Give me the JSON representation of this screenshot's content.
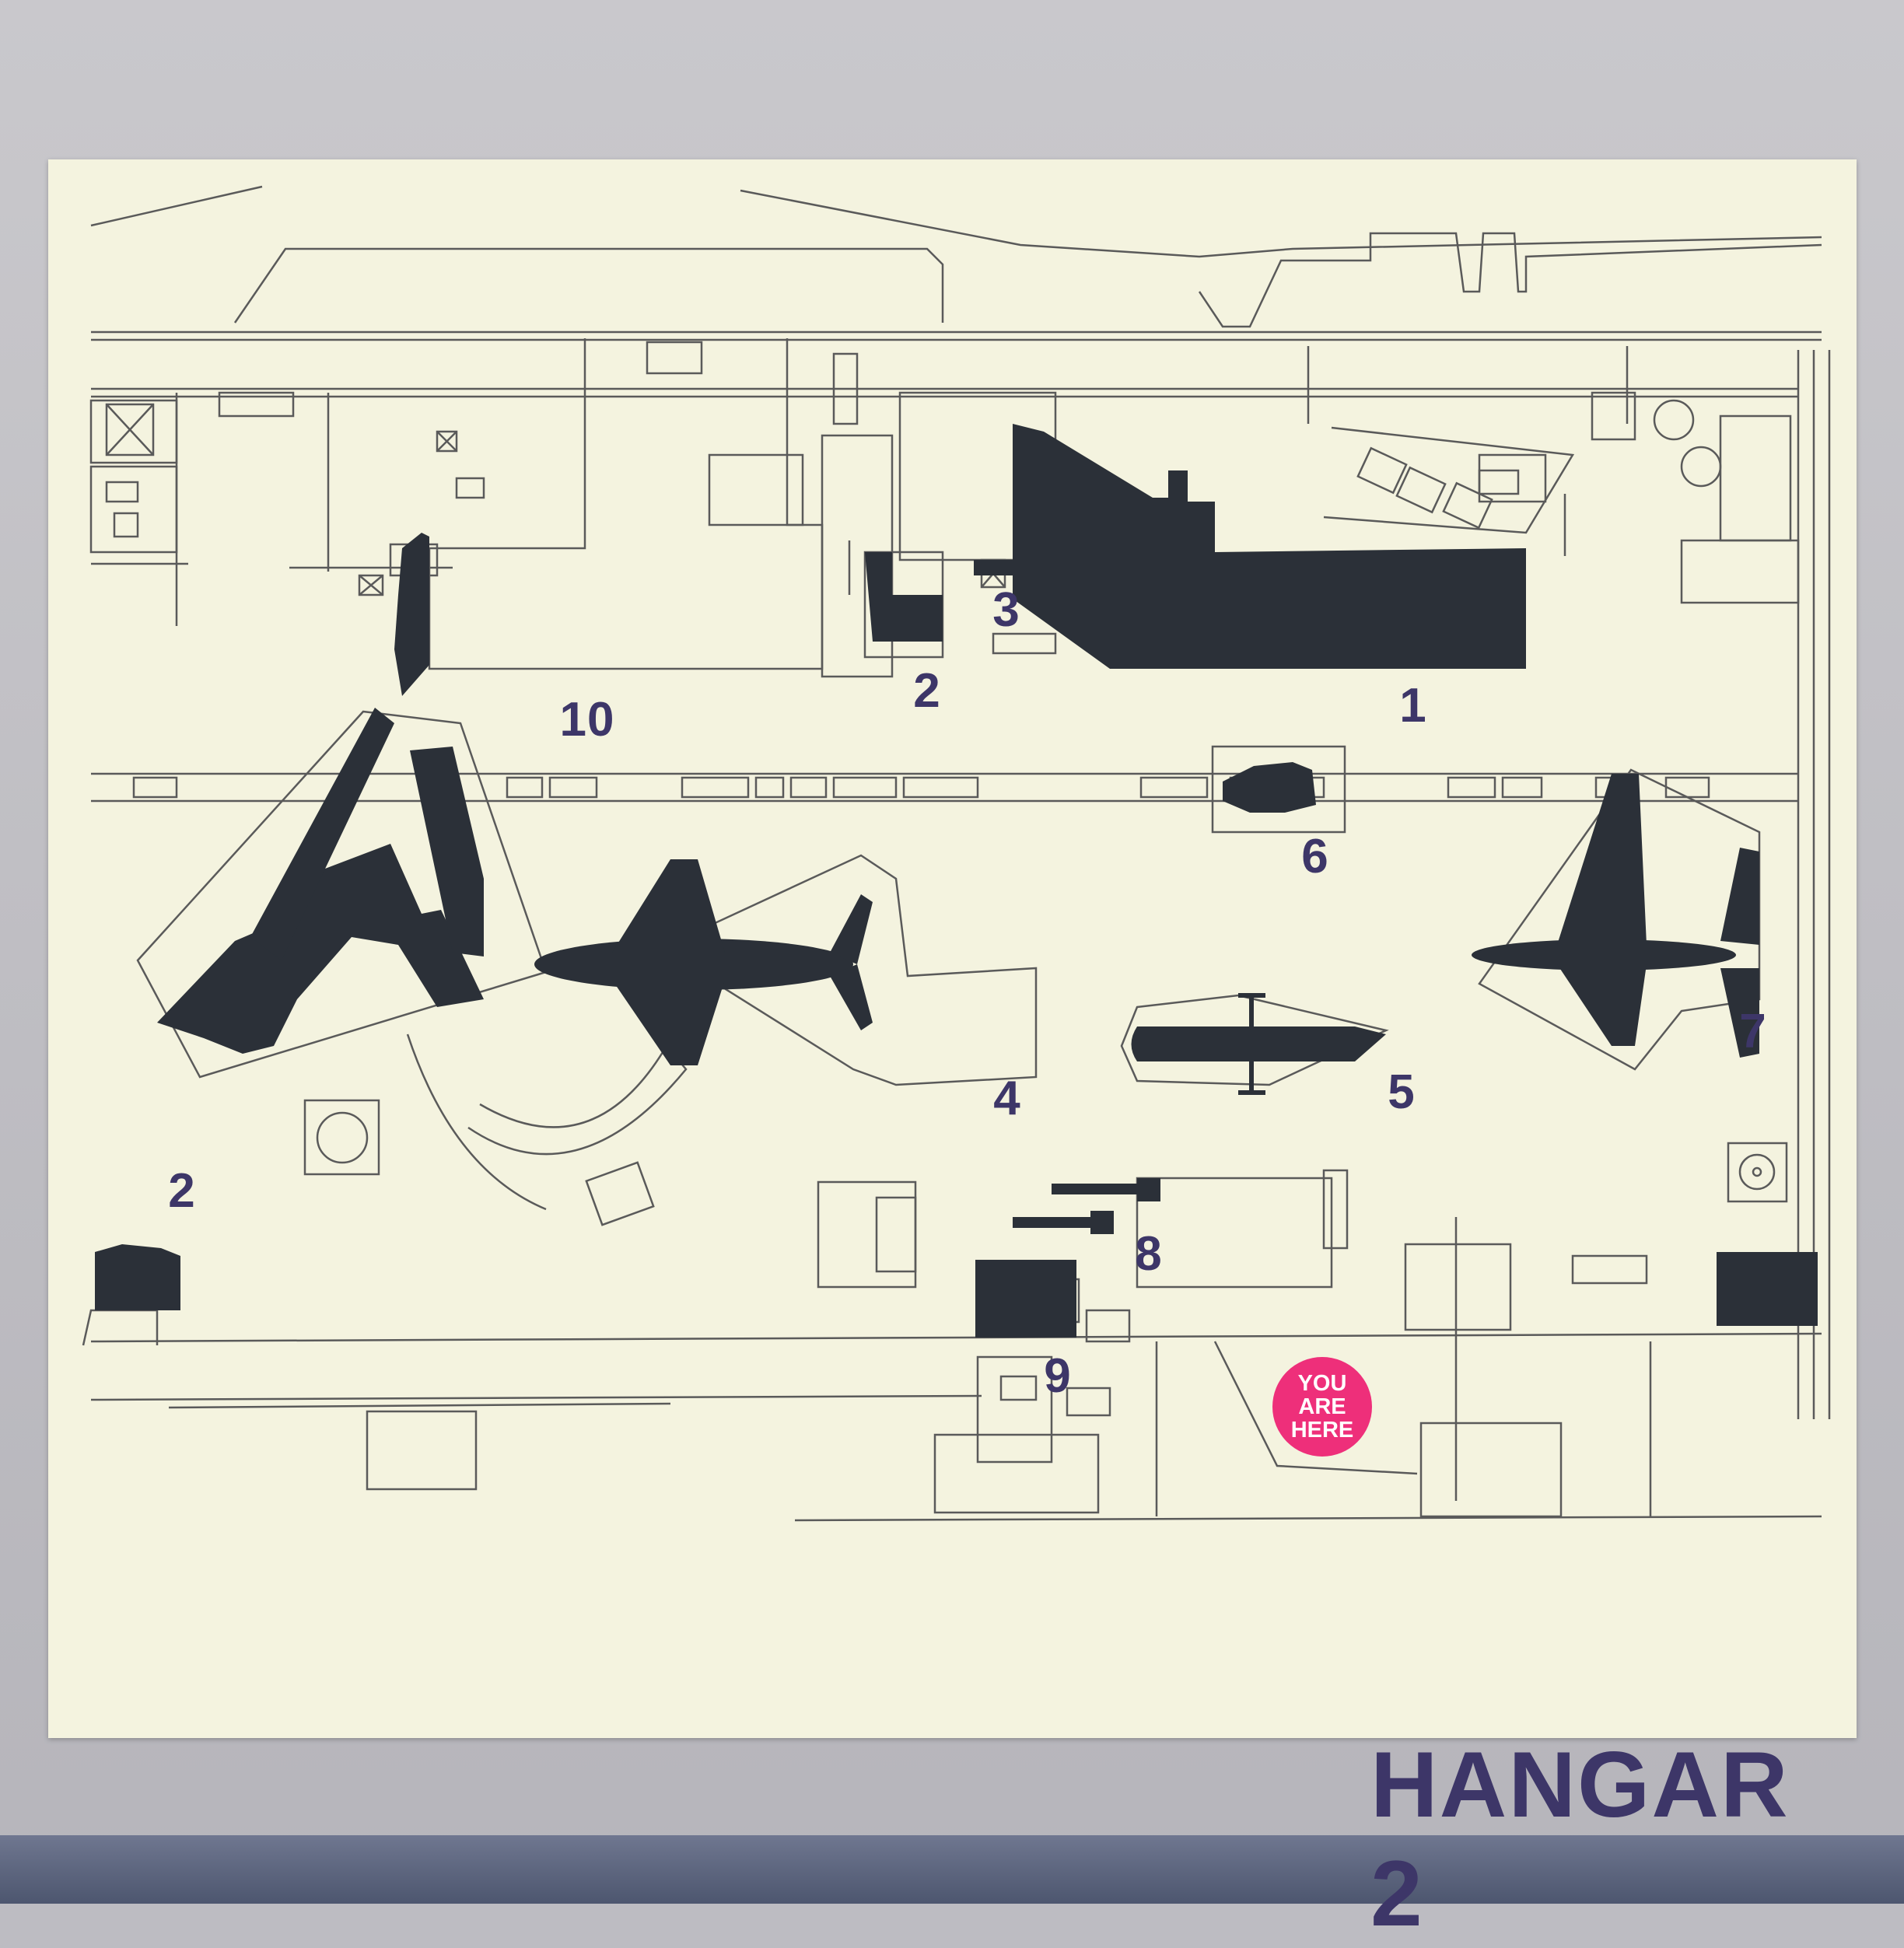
{
  "map": {
    "title": "HANGAR 2",
    "you_are_here": {
      "line1": "YOU",
      "line2": "ARE",
      "line3": "HERE"
    },
    "colors": {
      "ink": "#3d3668",
      "silhouette": "#2b3038",
      "marker": "#ee2f7a",
      "paper": "#f4f3df",
      "wall": "#c3c2c7"
    },
    "exhibits": [
      {
        "id": "1",
        "label": "1"
      },
      {
        "id": "2",
        "label": "2"
      },
      {
        "id": "3",
        "label": "3"
      },
      {
        "id": "4",
        "label": "4"
      },
      {
        "id": "5",
        "label": "5"
      },
      {
        "id": "6",
        "label": "6"
      },
      {
        "id": "7",
        "label": "7"
      },
      {
        "id": "8",
        "label": "8"
      },
      {
        "id": "9",
        "label": "9"
      },
      {
        "id": "10",
        "label": "10"
      },
      {
        "id": "2b",
        "label": "2"
      }
    ]
  }
}
